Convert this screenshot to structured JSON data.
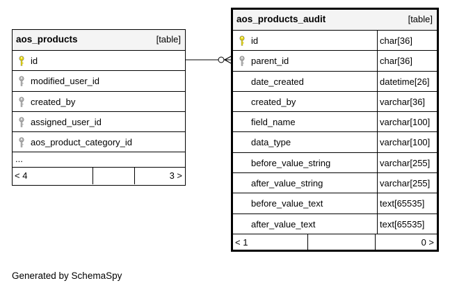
{
  "tables": {
    "aos_products": {
      "name": "aos_products",
      "kind": "[table]",
      "columns": [
        {
          "name": "id",
          "key": "primary"
        },
        {
          "name": "modified_user_id",
          "key": "foreign"
        },
        {
          "name": "created_by",
          "key": "foreign"
        },
        {
          "name": "assigned_user_id",
          "key": "foreign"
        },
        {
          "name": "aos_product_category_id",
          "key": "foreign"
        }
      ],
      "ellipsis": "...",
      "footer": {
        "left": "< 4",
        "right": "3 >"
      }
    },
    "aos_products_audit": {
      "name": "aos_products_audit",
      "kind": "[table]",
      "columns": [
        {
          "name": "id",
          "type": "char[36]",
          "key": "primary"
        },
        {
          "name": "parent_id",
          "type": "char[36]",
          "key": "foreign"
        },
        {
          "name": "date_created",
          "type": "datetime[26]",
          "key": "none"
        },
        {
          "name": "created_by",
          "type": "varchar[36]",
          "key": "none"
        },
        {
          "name": "field_name",
          "type": "varchar[100]",
          "key": "none"
        },
        {
          "name": "data_type",
          "type": "varchar[100]",
          "key": "none"
        },
        {
          "name": "before_value_string",
          "type": "varchar[255]",
          "key": "none"
        },
        {
          "name": "after_value_string",
          "type": "varchar[255]",
          "key": "none"
        },
        {
          "name": "before_value_text",
          "type": "text[65535]",
          "key": "none"
        },
        {
          "name": "after_value_text",
          "type": "text[65535]",
          "key": "none"
        }
      ],
      "footer": {
        "left": "< 1",
        "right": "0 >"
      }
    }
  },
  "colors": {
    "header_bg": "#f4f4f4",
    "primary_key": "#e8d800",
    "foreign_key": "#b4b4b4",
    "line": "#000000"
  },
  "generated_by": "Generated by SchemaSpy"
}
